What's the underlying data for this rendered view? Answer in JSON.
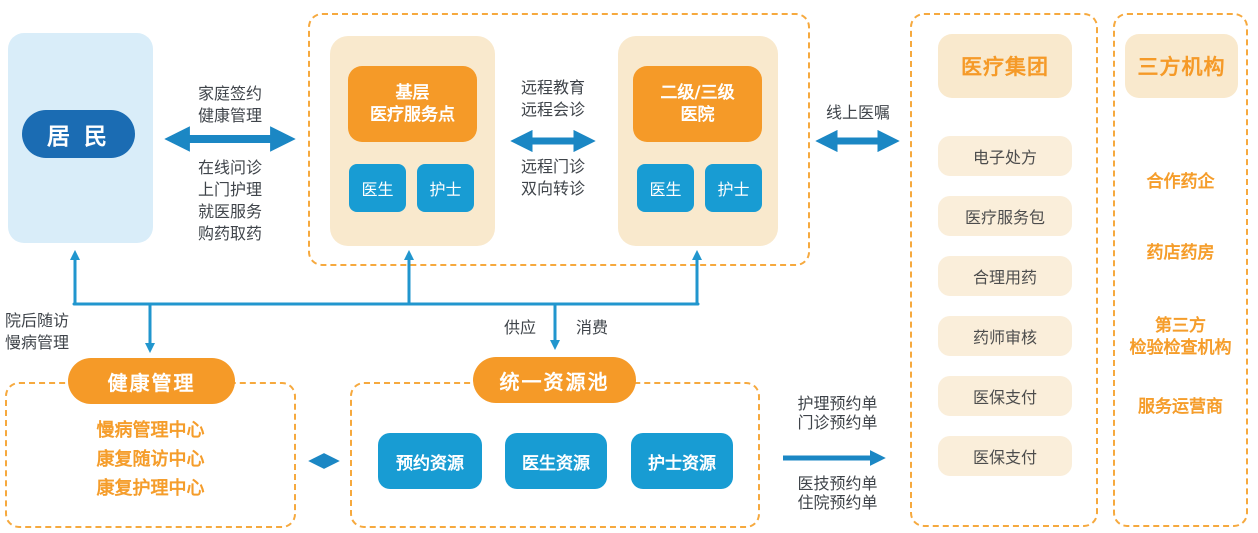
{
  "colors": {
    "arrow_blue": "#1b87c4",
    "wire_blue": "#2196ce",
    "accent_orange": "#f59a28",
    "box_blue": "#189cd3",
    "resident_blue": "#1b6cb3",
    "resident_bg": "#d9edf9",
    "cream": "#f9e9cd",
    "dashed_border": "#f6a93e"
  },
  "resident": {
    "label": "居 民"
  },
  "primary_care": {
    "title_lines": [
      "基层",
      "医疗服务点"
    ],
    "roles": [
      "医生",
      "护士"
    ]
  },
  "hospital": {
    "title_lines": [
      "二级/三级",
      "医院"
    ],
    "roles": [
      "医生",
      "护士"
    ]
  },
  "edges": {
    "family_lines": [
      "家庭签约",
      "健康管理"
    ],
    "online_lines": [
      "在线问诊",
      "上门护理",
      "就医服务",
      "购药取药"
    ],
    "remote_top_lines": [
      "远程教育",
      "远程会诊"
    ],
    "remote_bottom_lines": [
      "远程门诊",
      "双向转诊"
    ],
    "online_order": "线上医嘱",
    "post_hospital_lines": [
      "院后随访",
      "慢病管理"
    ],
    "supply": "供应",
    "consume": "消费",
    "order_top_lines": [
      "护理预约单",
      "门诊预约单"
    ],
    "order_bottom_lines": [
      "医技预约单",
      "住院预约单"
    ]
  },
  "health_mgmt": {
    "title": "健康管理",
    "items": [
      "慢病管理中心",
      "康复随访中心",
      "康复护理中心"
    ]
  },
  "resource_pool": {
    "title": "统一资源池",
    "items": [
      "预约资源",
      "医生资源",
      "护士资源"
    ]
  },
  "medical_group": {
    "title": "医疗集团",
    "items": [
      "电子处方",
      "医疗服务包",
      "合理用药",
      "药师审核",
      "医保支付",
      "医保支付"
    ]
  },
  "third_party": {
    "title": "三方机构",
    "item_lines": [
      [
        "合作药企"
      ],
      [
        "药店药房"
      ],
      [
        "第三方",
        "检验检查机构"
      ],
      [
        "服务运营商"
      ]
    ]
  }
}
